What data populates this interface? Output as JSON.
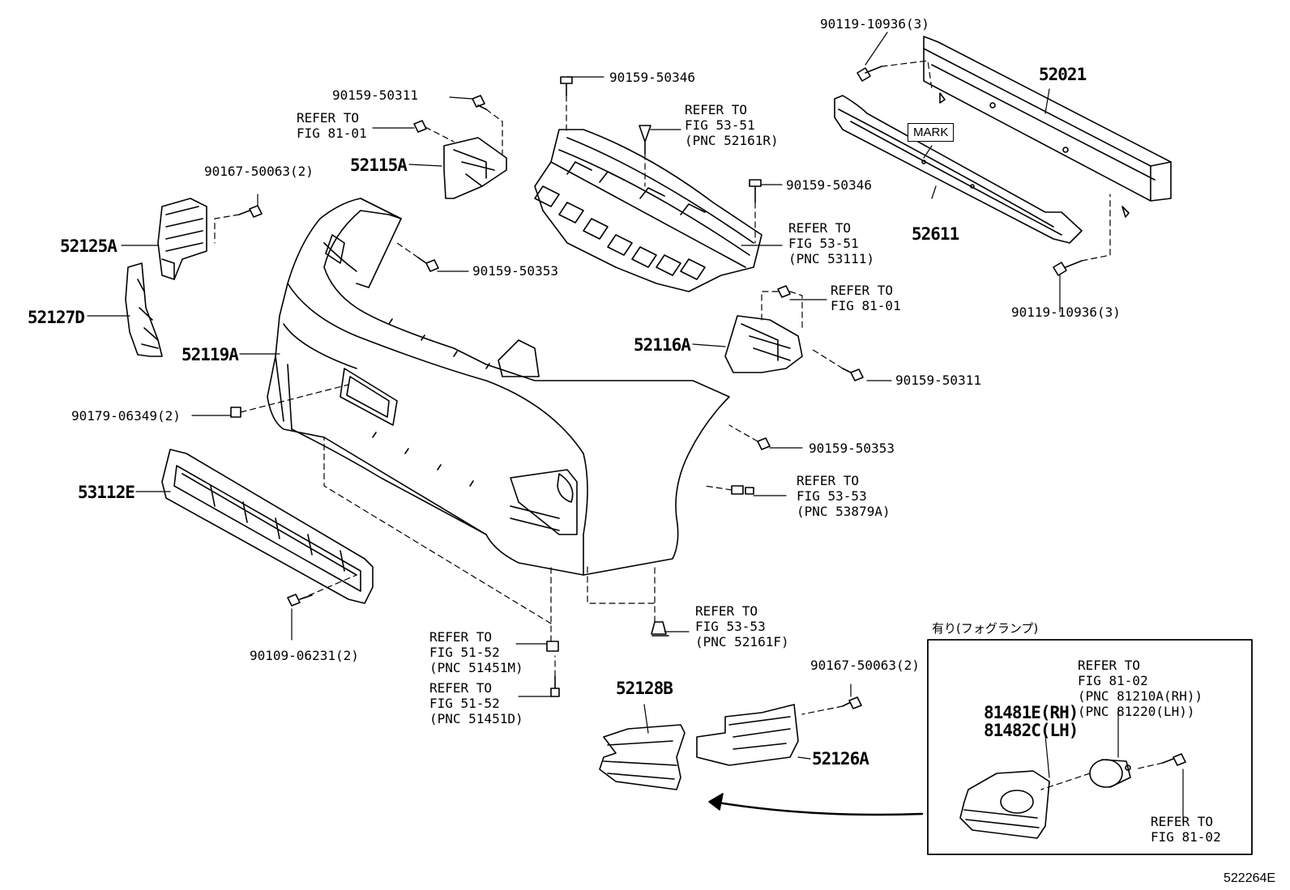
{
  "parts": {
    "p_52021": "52021",
    "p_52611": "52611",
    "p_52115A": "52115A",
    "p_52125A": "52125A",
    "p_52127D": "52127D",
    "p_52119A": "52119A",
    "p_52116A": "52116A",
    "p_53112E": "53112E",
    "p_52128B": "52128B",
    "p_52126A": "52126A",
    "p_81481E": "81481E(RH)",
    "p_81482C": "81482C(LH)"
  },
  "fasteners": {
    "f_90119_top": "90119-10936(3)",
    "f_90119_bot": "90119-10936(3)",
    "f_90159_50311_a": "90159-50311",
    "f_90159_50311_b": "90159-50311",
    "f_90159_50346_a": "90159-50346",
    "f_90159_50346_b": "90159-50346",
    "f_90159_50353_a": "90159-50353",
    "f_90159_50353_b": "90159-50353",
    "f_90167_a": "90167-50063(2)",
    "f_90167_b": "90167-50063(2)",
    "f_90179": "90179-06349(2)",
    "f_90109": "90109-06231(2)"
  },
  "refs": {
    "r_fig8101_a": [
      "REFER TO",
      "FIG 81-01"
    ],
    "r_fig8101_b": [
      "REFER TO",
      "FIG 81-01"
    ],
    "r_fig5351_a": [
      "REFER TO",
      "FIG 53-51",
      "(PNC 52161R)"
    ],
    "r_fig5351_b": [
      "REFER TO",
      "FIG 53-51",
      "(PNC 53111)"
    ],
    "r_fig5353_a": [
      "REFER TO",
      "FIG 53-53",
      "(PNC 53879A)"
    ],
    "r_fig5353_b": [
      "REFER TO",
      "FIG 53-53",
      "(PNC 52161F)"
    ],
    "r_fig5152_a": [
      "REFER TO",
      "FIG 51-52",
      "(PNC 51451M)"
    ],
    "r_fig5152_b": [
      "REFER TO",
      "FIG 51-52",
      "(PNC 51451D)"
    ],
    "r_fig8102_a": [
      "REFER TO",
      "FIG 81-02",
      "(PNC 81210A(RH))",
      "(PNC 81220(LH))"
    ],
    "r_fig8102_b": [
      "REFER TO",
      "FIG 81-02"
    ]
  },
  "mark": "MARK",
  "fog_title": "有り(フォグランプ)",
  "diagram_code": "522264E"
}
